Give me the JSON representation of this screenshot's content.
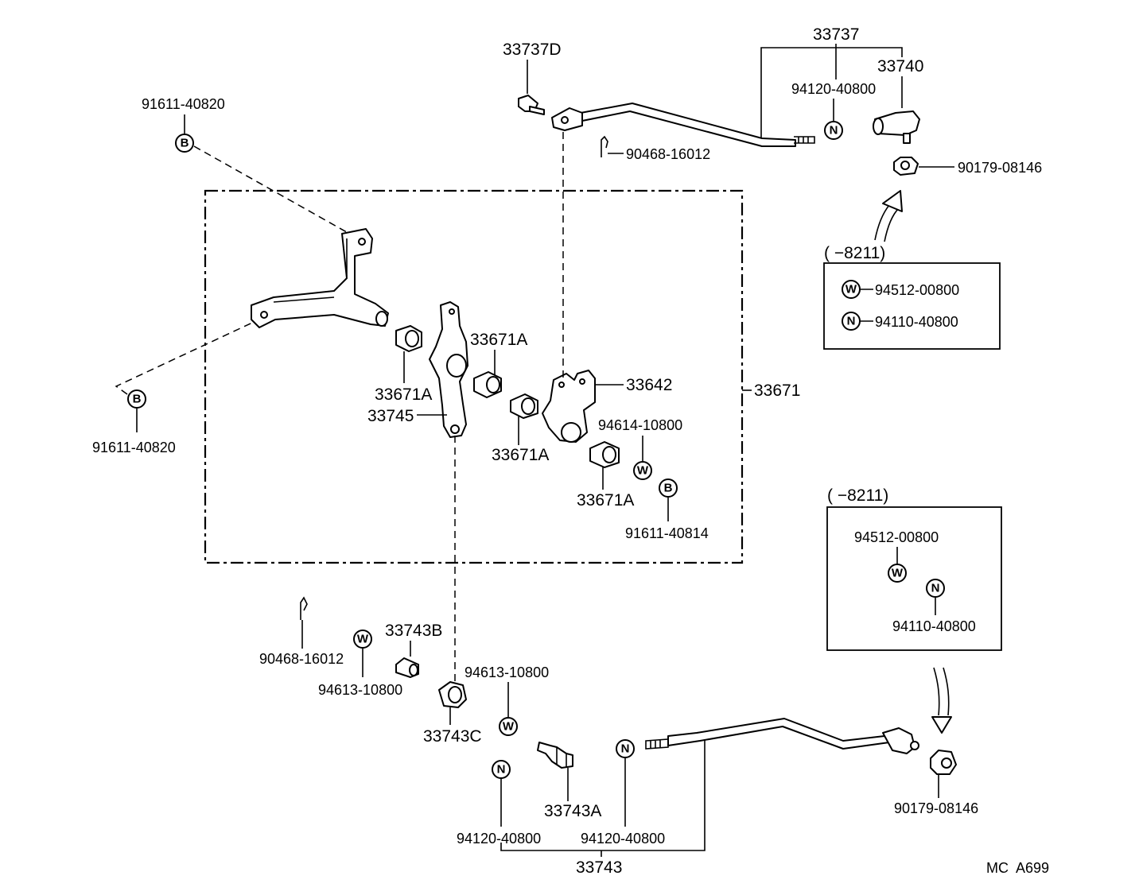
{
  "diagram_code": "MC  A699",
  "assembly": {
    "shift_lever_housing": "33671",
    "control_rod_upper": "33737",
    "control_rod_lower": "33743"
  },
  "parts": {
    "bolt_upper": "33737D",
    "ball_joint_upper": "33740",
    "nut_rod_upper": "94120-40800",
    "clip_upper": "90468-16012",
    "nut_90179_upper": "90179-08146",
    "bolt_b_top": "91611-40820",
    "bolt_b_left": "91611-40820",
    "bushing_a1": "33671A",
    "bushing_a2": "33671A",
    "bushing_a3": "33671A",
    "bushing_a4": "33671A",
    "lever_33745": "33745",
    "lever_33642": "33642",
    "washer_94614": "94614-10800",
    "bolt_b_right": "91611-40814",
    "clip_lower": "90468-16012",
    "washer_lower_left": "94613-10800",
    "collar_33743b": "33743B",
    "bushing_33743c": "33743C",
    "washer_lower_mid": "94613-10800",
    "joint_33743a": "33743A",
    "nut_lower_left": "94120-40800",
    "nut_lower_right": "94120-40800",
    "nut_90179_lower": "90179-08146"
  },
  "inset_upper": {
    "range": "(        −8211)",
    "washer_symbol": "W",
    "washer_part": "94512-00800",
    "nut_symbol": "N",
    "nut_part": "94110-40800"
  },
  "inset_lower": {
    "range": "(        −8211)",
    "washer_part": "94512-00800",
    "nut_part": "94110-40800"
  },
  "symbols": {
    "bolt": "B",
    "washer": "W",
    "nut": "N"
  }
}
